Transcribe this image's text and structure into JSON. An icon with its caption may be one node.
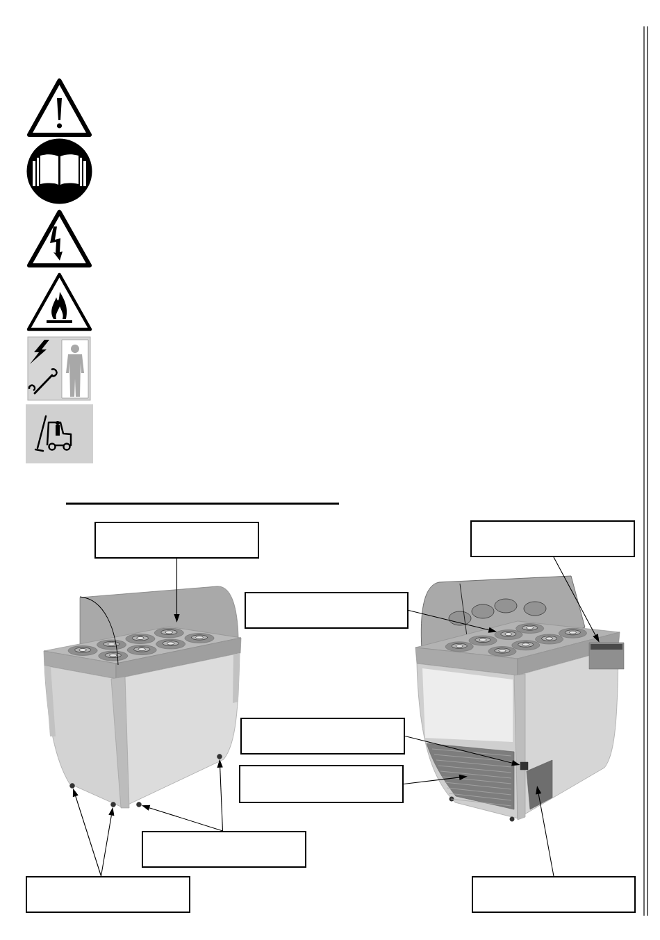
{
  "diagram": {
    "nodes": [
      {
        "text": [],
        "shape": "box"
      },
      {
        "text": [],
        "shape": "box"
      },
      {
        "text": [],
        "shape": "box"
      },
      {
        "text": [],
        "shape": "box"
      },
      {
        "text": [],
        "shape": "box"
      },
      {
        "text": [],
        "shape": "box"
      },
      {
        "text": [],
        "shape": "box"
      },
      {
        "text": [],
        "shape": "box"
      },
      {
        "text": [],
        "shape": "picture"
      },
      {
        "text": [],
        "shape": "box"
      },
      {
        "text": [],
        "shape": "circle"
      },
      {
        "text": [],
        "shape": "box"
      },
      {
        "text": [],
        "shape": "picture"
      },
      {
        "text": [],
        "shape": "circle"
      },
      {
        "text": [],
        "shape": "circle"
      },
      {
        "text": [],
        "shape": "circle"
      },
      {
        "text": [],
        "shape": "circle"
      },
      {
        "text": [],
        "shape": "picture"
      }
    ],
    "edges": [
      {
        "from": 0,
        "to": 8,
        "arrow": "to"
      },
      {
        "from": 1,
        "to": 9,
        "arrow": "to"
      },
      {
        "from": 2,
        "to": 10,
        "arrow": "to"
      },
      {
        "from": 3,
        "to": 11,
        "arrow": "to"
      },
      {
        "from": 4,
        "to": 12,
        "arrow": "to"
      },
      {
        "from": 5,
        "to": 13,
        "arrow": "to"
      },
      {
        "from": 5,
        "to": 14,
        "arrow": "to"
      },
      {
        "from": 6,
        "to": 15,
        "arrow": "to"
      },
      {
        "from": 6,
        "to": 16,
        "arrow": "to"
      },
      {
        "from": 7,
        "to": 17,
        "arrow": "to"
      }
    ]
  }
}
